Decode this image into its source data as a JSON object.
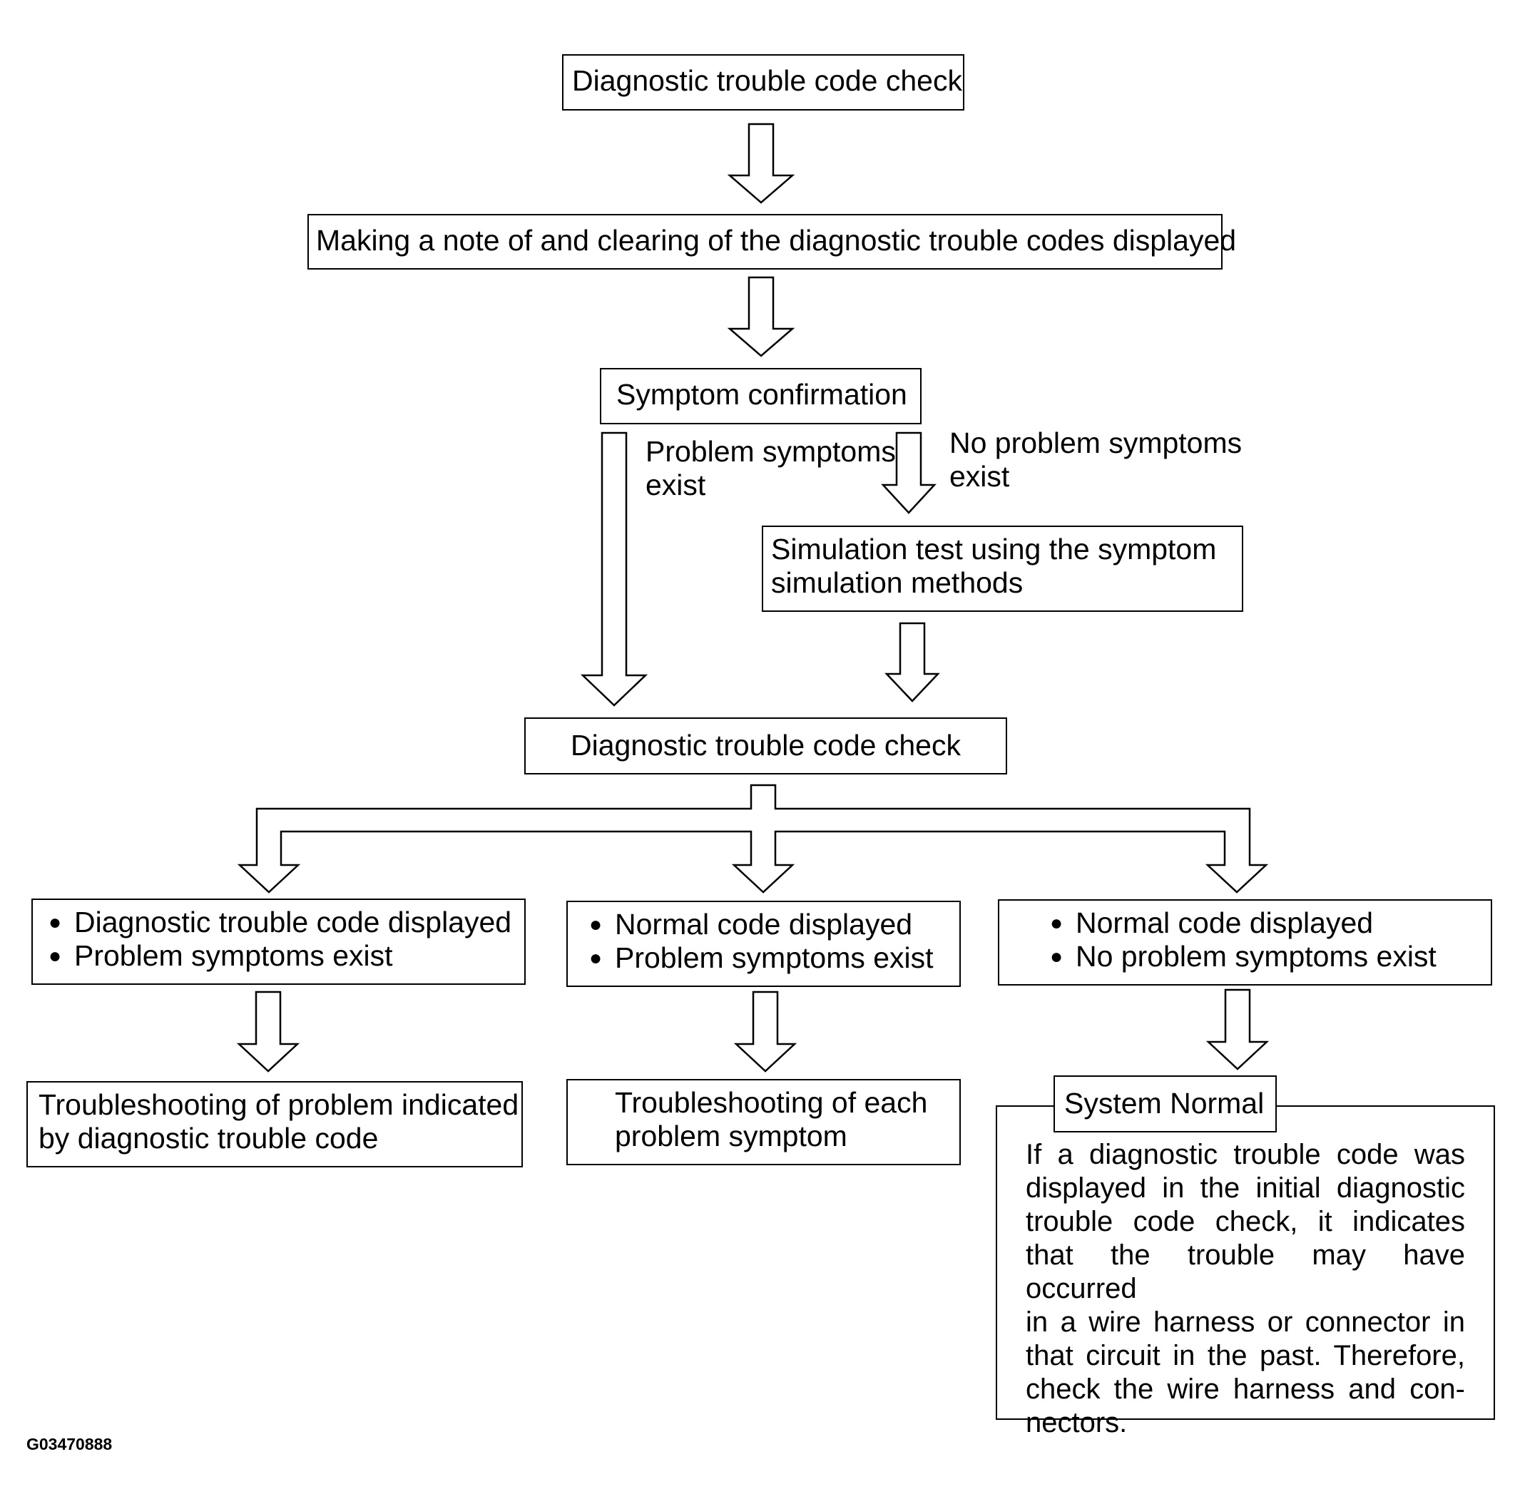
{
  "steps": {
    "dtc_check_initial": "Diagnostic trouble code check",
    "note_and_clear": "Making a note of and clearing of the diagnostic trouble codes displayed",
    "symptom_confirmation": "Symptom confirmation",
    "simulation_test": [
      "Simulation test using the symptom",
      "simulation methods"
    ],
    "dtc_check_second": "Diagnostic trouble code check"
  },
  "branch_labels": {
    "problem_exist": [
      "Problem symptoms",
      "exist"
    ],
    "no_problem": [
      "No problem symptoms",
      "exist"
    ]
  },
  "outcomes": {
    "left": [
      "Diagnostic trouble code displayed",
      "Problem symptoms exist"
    ],
    "middle": [
      "Normal code displayed",
      "Problem symptoms exist"
    ],
    "right": [
      "Normal code displayed",
      "No problem symptoms exist"
    ]
  },
  "actions": {
    "left": [
      "Troubleshooting of problem indicated",
      "by diagnostic trouble code"
    ],
    "middle": [
      "Troubleshooting of each",
      "problem symptom"
    ],
    "right_title": "System Normal",
    "right_note": [
      "If a diagnostic trouble code was",
      "displayed in the initial diagnostic",
      "trouble code check, it indicates",
      "that the trouble may have occurred",
      "in a wire harness or connector in",
      "that circuit in the past. Therefore,",
      "check the wire harness and con-",
      "nectors."
    ]
  },
  "figure_id": "G03470888"
}
